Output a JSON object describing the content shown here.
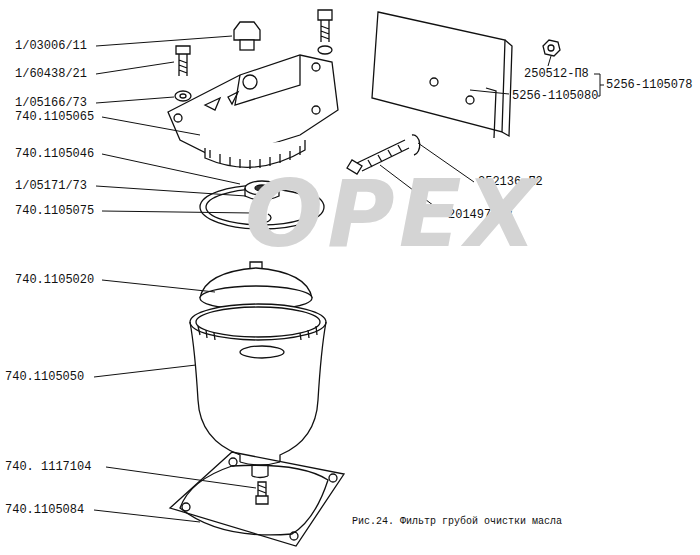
{
  "diagram": {
    "caption": "Рис.24. Фильтр грубой очистки масла",
    "labels": [
      "1/03006/11",
      "1/60438/21",
      "1/05166/73",
      "740.1105065",
      "740.1105046",
      "1/05171/73",
      "740.1105075",
      "740.1105020",
      "740.1105050",
      "740. 1117104",
      "740.1105084",
      "250512-П8",
      "5256-1105080",
      "5256-1105078",
      "252136-П2",
      "201497-П8",
      "OPEX"
    ]
  }
}
